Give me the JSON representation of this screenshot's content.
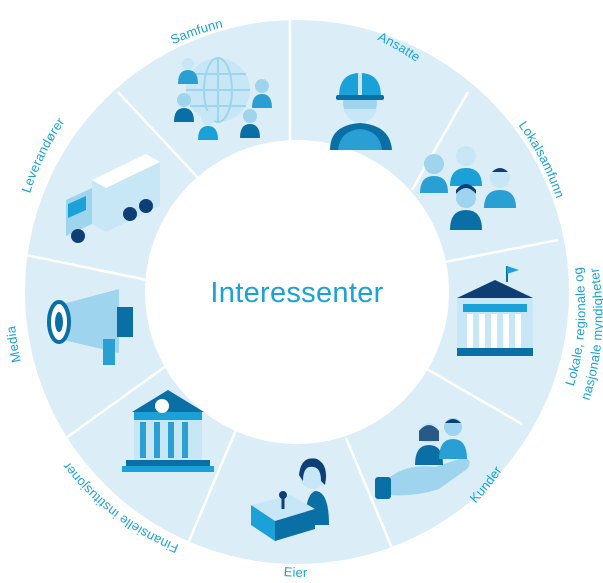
{
  "diagram": {
    "center_label": "Interessenter",
    "colors": {
      "ring": "#dbeef7",
      "ring_light": "#e7f4fa",
      "divider": "#ffffff",
      "text": "#1aa2d8",
      "icon_dark": "#0a6fa5",
      "icon_mid": "#2a9fd4",
      "icon_light": "#9fd4ee",
      "icon_pale": "#c8e7f6",
      "navy": "#0d3f74"
    },
    "segments": [
      {
        "label": "Ansatte",
        "icon": "worker-hardhat-icon"
      },
      {
        "label": "Lokalsamfunn",
        "icon": "local-community-people-icon"
      },
      {
        "label": "Lokale, regionale og",
        "label_line2": "nasjonale myndigheter",
        "icon": "government-building-icon"
      },
      {
        "label": "Kunder",
        "icon": "customers-hand-icon"
      },
      {
        "label": "Eier",
        "icon": "owner-desk-icon"
      },
      {
        "label": "Finansielle institusjoner",
        "icon": "bank-building-icon"
      },
      {
        "label": "Media",
        "icon": "megaphone-icon"
      },
      {
        "label": "Leverandører",
        "icon": "delivery-truck-icon"
      },
      {
        "label": "Samfunn",
        "icon": "society-globe-people-icon"
      }
    ]
  }
}
